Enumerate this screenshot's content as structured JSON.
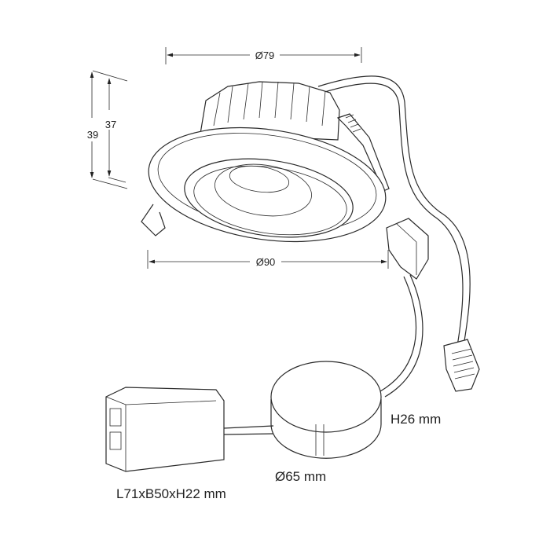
{
  "dimensions": {
    "top_diameter": "Ø79",
    "overall_height": "39",
    "body_height": "37",
    "flange_diameter": "Ø90",
    "driver_height": "H26 mm",
    "driver_diameter": "Ø65 mm",
    "junction_box_size": "L71xB50xH22 mm"
  }
}
